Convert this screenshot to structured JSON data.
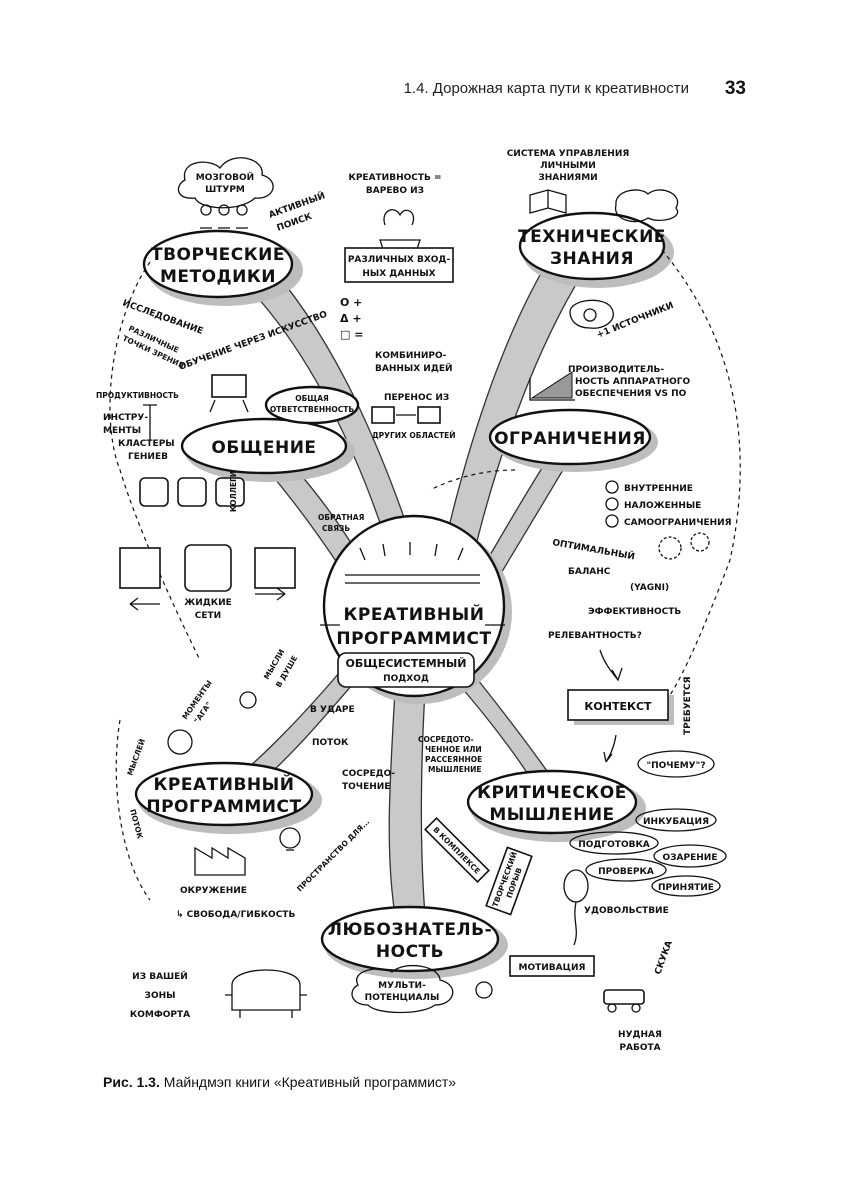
{
  "header": {
    "title": "1.4. Дорожная карта пути к креативности",
    "page_number": "33"
  },
  "caption": {
    "label": "Рис. 1.3.",
    "text": "Майндмэп книги «Креативный программист»"
  },
  "center": {
    "line1": "КРЕАТИВНЫЙ",
    "line2": "ПРОГРАММИСТ",
    "sub1": "ОБЩЕСИСТЕМНЫЙ",
    "sub2": "ПОДХОД"
  },
  "nodes": {
    "methods": {
      "line1": "ТВОРЧЕСКИЕ",
      "line2": "МЕТОДИКИ"
    },
    "knowledge": {
      "line1": "ТЕХНИЧЕСКИЕ",
      "line2": "ЗНАНИЯ"
    },
    "communication": {
      "line1": "ОБЩЕНИЕ"
    },
    "constraints": {
      "line1": "ОГРАНИЧЕНИЯ"
    },
    "programmer": {
      "line1": "КРЕАТИВНЫЙ",
      "line2": "ПРОГРАММИСТ"
    },
    "critical": {
      "line1": "КРИТИЧЕСКОЕ",
      "line2": "МЫШЛЕНИЕ"
    },
    "curiosity": {
      "line1": "ЛЮБОЗНАТЕЛЬ-",
      "line2": "НОСТЬ"
    },
    "context": {
      "line1": "КОНТЕКСТ"
    }
  },
  "labels": {
    "brainstorm1": "МОЗГОВОЙ",
    "brainstorm2": "ШТУРМ",
    "active1": "АКТИВНЫЙ",
    "active2": "ПОИСК",
    "creativity1": "КРЕАТИВНОСТЬ =",
    "creativity2": "ВАРЕВО ИЗ",
    "inputs1": "РАЗЛИЧНЫХ ВХОД-",
    "inputs2": "НЫХ ДАННЫХ",
    "pkm1": "СИСТЕМА УПРАВЛЕНИЯ",
    "pkm2": "ЛИЧНЫМИ",
    "pkm3": "ЗНАНИЯМИ",
    "research": "ИССЛЕДОВАНИЕ",
    "viewpoints1": "РАЗЛИЧНЫЕ",
    "viewpoints2": "ТОЧКИ ЗРЕНИЯ",
    "symbols1": "О +",
    "symbols2": "Δ +",
    "symbols3": "□ =",
    "combined1": "КОМБИНИРО-",
    "combined2": "ВАННЫХ ИДЕЙ",
    "sources": "+1 ИСТОЧНИКИ",
    "art": "ОБУЧЕНИЕ ЧЕРЕЗ ИСКУССТВО",
    "productivity": "ПРОДУКТИВНОСТЬ",
    "tools1": "ИНСТРУ-",
    "tools2": "МЕНТЫ",
    "shared1": "ОБЩАЯ",
    "shared2": "ОТВЕТСТВЕННОСТЬ",
    "transfer1": "ПЕРЕНОС ИЗ",
    "transfer2": "ДРУГИХ ОБЛАСТЕЙ",
    "hw1": "ПРОИЗВОДИТЕЛЬ-",
    "hw2": "НОСТЬ АППАРАТНОГО",
    "hw3": "ОБЕСПЕЧЕНИЯ VS ПО",
    "clusters1": "КЛАСТЕРЫ",
    "clusters2": "ГЕНИЕВ",
    "colleagues": "КОЛЛЕГИ",
    "feedback1": "ОБРАТНАЯ",
    "feedback2": "СВЯЗЬ",
    "internal": "ВНУТРЕННИЕ",
    "imposed": "НАЛОЖЕННЫЕ",
    "self": "САМООГРАНИЧЕНИЯ",
    "optimal": "ОПТИМАЛЬНЫЙ",
    "balance": "БАЛАНС",
    "yagni": "(YAGNI)",
    "efficiency": "ЭФФЕКТИВНОСТЬ",
    "relevance": "РЕЛЕВАНТНОСТЬ?",
    "liquid1": "ЖИДКИЕ",
    "liquid2": "СЕТИ",
    "moments1": "МОМЕНТЫ",
    "moments2": "\"АГА\"",
    "shower1": "МЫСЛИ",
    "shower2": "В ДУШЕ",
    "zone1": "В УДАРЕ",
    "flow": "ПОТОК",
    "focus1": "СОСРЕДО-",
    "focus2": "ТОЧЕНИЕ",
    "focus3": "СОСРЕДОТО-",
    "focus4": "ЧЕННОЕ ИЛИ",
    "focus5": "РАССЕЯННОЕ",
    "focus6": "МЫШЛЕНИЕ",
    "requires": "ТРЕБУЕТСЯ",
    "why": "\"ПОЧЕМУ\"?",
    "incubation": "ИНКУБАЦИЯ",
    "preparation": "ПОДГОТОВКА",
    "insight": "ОЗАРЕНИЕ",
    "verification": "ПРОВЕРКА",
    "acceptance": "ПРИНЯТИЕ",
    "satisfaction": "УДОВОЛЬСТВИЕ",
    "thoughts1": "ПОТОК",
    "thoughts2": "МЫСЛЕЙ",
    "space": "ПРОСТРАНСТВО ДЛЯ...",
    "env": "ОКРУЖЕНИЕ",
    "freedom": "↳ СВОБОДА/ГИБКОСТЬ",
    "complex": "В КОМПЛЕКСЕ",
    "urge1": "ТВОРЧЕСКИЙ",
    "urge2": "ПОРЫВ",
    "motivation": "МОТИВАЦИЯ",
    "boredom": "СКУКА",
    "comfort1": "ИЗ ВАШЕЙ",
    "comfort2": "ЗОНЫ",
    "comfort3": "КОМФОРТА",
    "multi1": "МУЛЬТИ-",
    "multi2": "ПОТЕНЦИАЛЫ",
    "dull1": "НУДНАЯ",
    "dull2": "РАБОТА"
  }
}
